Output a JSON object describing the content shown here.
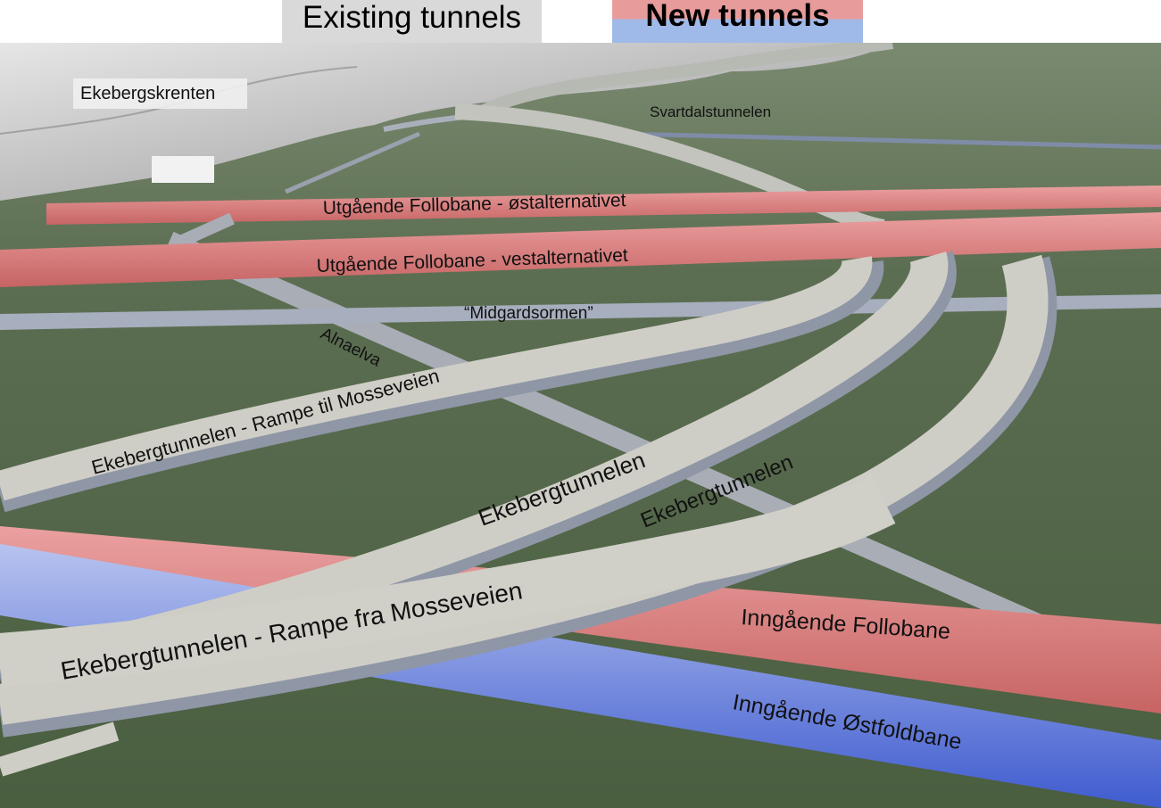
{
  "legend": {
    "existing_label": "Existing tunnels",
    "new_label": "New tunnels",
    "existing_color": "#d9d9d9",
    "new_colors": [
      "#e89b9b",
      "#9fb9e8"
    ]
  },
  "labels": {
    "ekebergskrenten": "Ekebergskrenten",
    "svartdalstunnelen": "Svartdalstunnelen",
    "follobane_ost": "Utgående Follobane - østalternativet",
    "follobane_vest": "Utgående Follobane - vestalternativet",
    "midgardsormen": "“Midgardsormen”",
    "alnaelva": "Alnaelva",
    "rampe_til": "Ekebergtunnelen - Rampe til Mosseveien",
    "ekebergtunnelen_1": "Ekebergtunnelen",
    "ekebergtunnelen_2": "Ekebergtunnelen",
    "rampe_fra": "Ekebergtunnelen - Rampe fra Mosseveien",
    "inngaende_follobane": "Inngående Follobane",
    "inngaende_ostfoldbane": "Inngående Østfoldbane"
  },
  "colors": {
    "ground": "#556b4a",
    "existing_tunnel": "#c8c8c0",
    "new_tunnel_red": "#d97a7a",
    "new_tunnel_blue": "#6d85d6",
    "cliff": "#d6d6d6"
  }
}
